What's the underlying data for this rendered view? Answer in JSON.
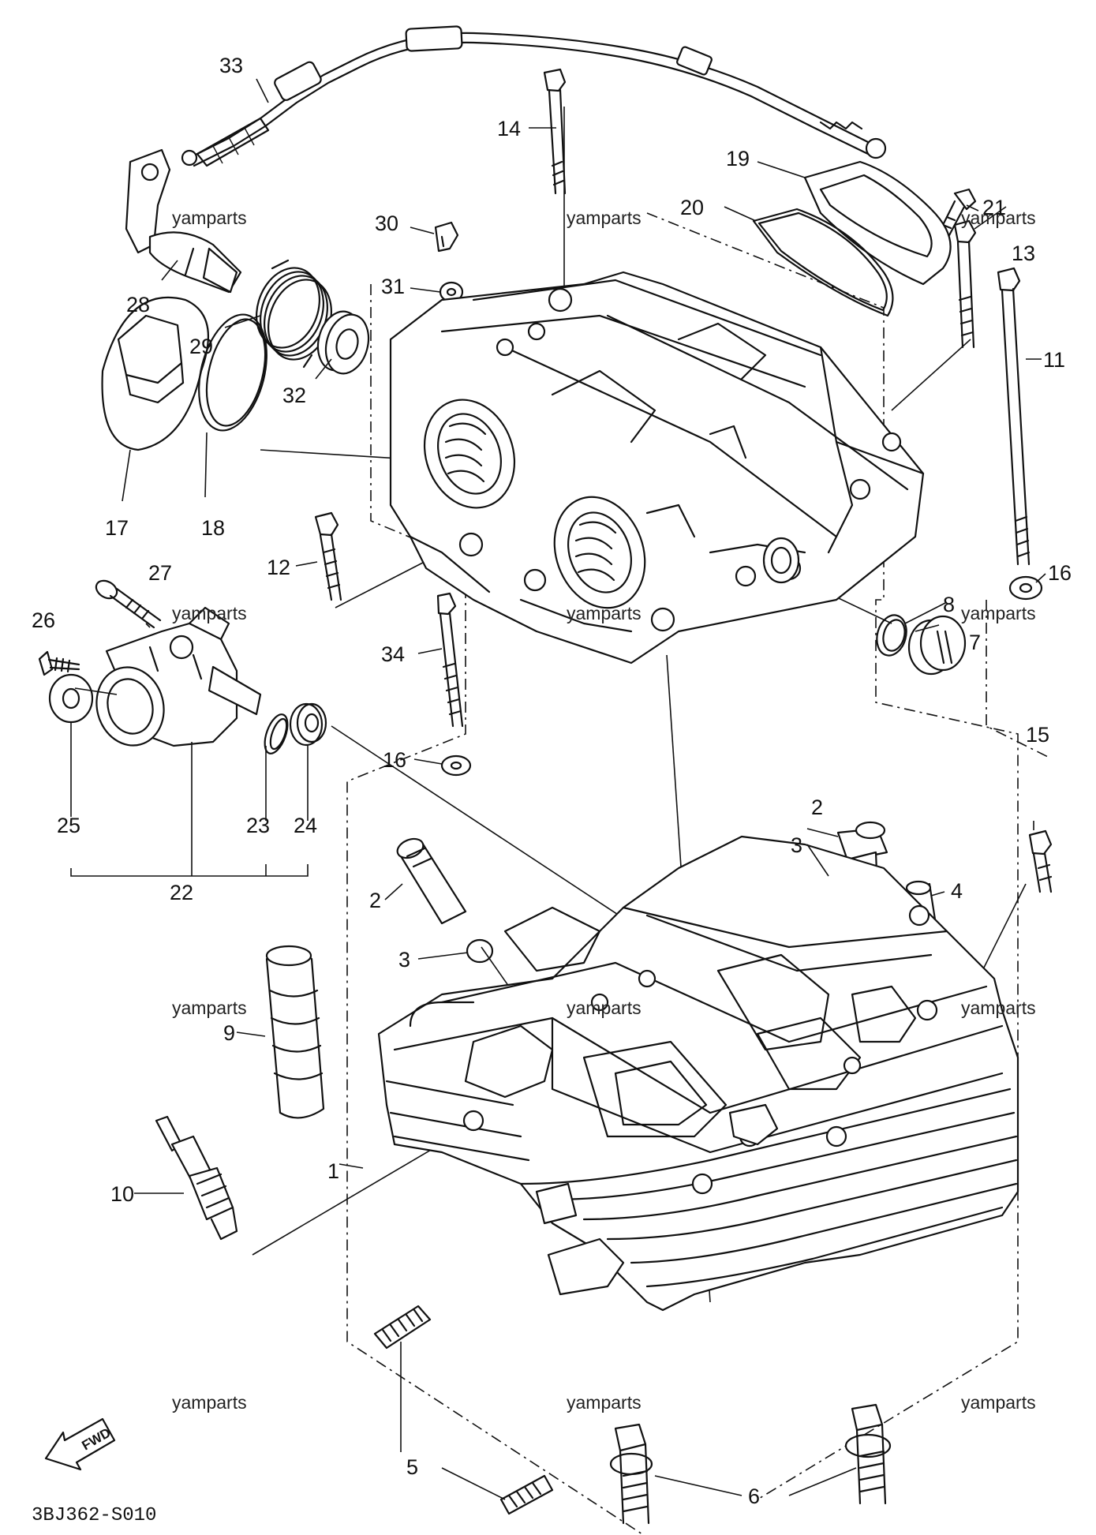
{
  "diagram_code": "3BJ362-S010",
  "watermark": "yamparts",
  "front_arrow_label": "FWD",
  "callouts": {
    "c1": "1",
    "c2a": "2",
    "c2b": "2",
    "c3a": "3",
    "c3b": "3",
    "c4": "4",
    "c5": "5",
    "c6": "6",
    "c7": "7",
    "c8": "8",
    "c9": "9",
    "c10": "10",
    "c11": "11",
    "c12": "12",
    "c13": "13",
    "c14": "14",
    "c15": "15",
    "c16a": "16",
    "c16b": "16",
    "c17": "17",
    "c18": "18",
    "c19": "19",
    "c20": "20",
    "c21": "21",
    "c22": "22",
    "c23": "23",
    "c24": "24",
    "c25": "25",
    "c26": "26",
    "c27": "27",
    "c28": "28",
    "c29": "29",
    "c30": "30",
    "c31": "31",
    "c32": "32",
    "c33": "33",
    "c34": "34"
  }
}
